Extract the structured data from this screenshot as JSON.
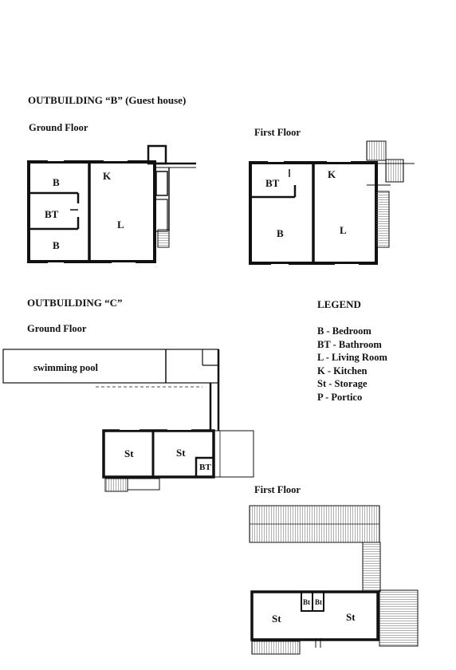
{
  "headings": {
    "outbuilding_b": "OUTBUILDING “B” (Guest house)",
    "outbuilding_c": "OUTBUILDING “C”",
    "legend": "LEGEND",
    "b_ground": "Ground Floor",
    "b_first": "First Floor",
    "c_ground": "Ground Floor",
    "c_first": "First Floor"
  },
  "rooms": {
    "b_g_bed1": "B",
    "b_g_bath": "BT",
    "b_g_bed2": "B",
    "b_g_kitchen": "K",
    "b_g_living": "L",
    "b_f_bath": "BT",
    "b_f_bed": "B",
    "b_f_kitchen": "K",
    "b_f_living": "L",
    "c_g_pool": "swimming pool",
    "c_g_st1": "St",
    "c_g_st2": "St",
    "c_g_bath": "BT",
    "c_f_bt1": "Bt",
    "c_f_bt2": "Bt",
    "c_f_st1": "St",
    "c_f_st2": "St"
  },
  "legend_items": [
    "B - Bedroom",
    "BT - Bathroom",
    "L - Living Room",
    "K - Kitchen",
    "St - Storage",
    "P - Portico"
  ]
}
